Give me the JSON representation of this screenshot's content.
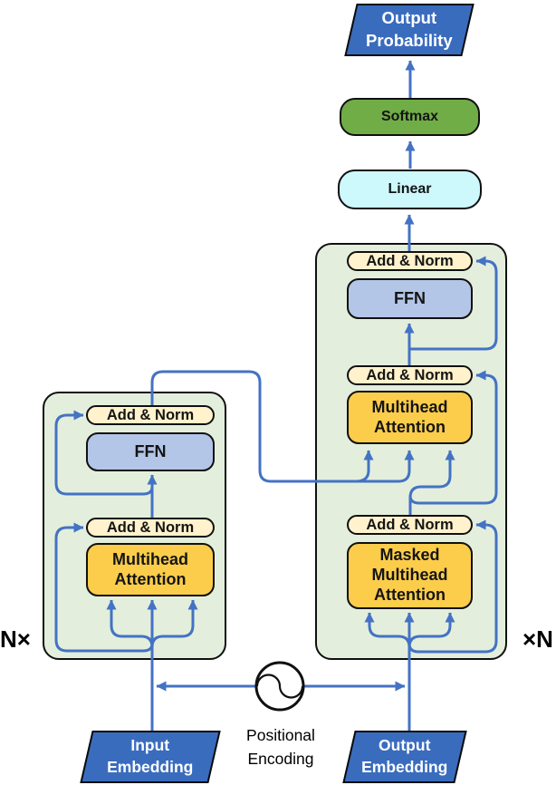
{
  "nodes": {
    "output_probability": "Output\nProbability",
    "softmax": "Softmax",
    "linear": "Linear",
    "add_norm": "Add & Norm",
    "ffn": "FFN",
    "multihead_attention": "Multihead\nAttention",
    "masked_multihead_attention": "Masked\nMultihead\nAttention",
    "input_embedding": "Input\nEmbedding",
    "output_embedding": "Output\nEmbedding",
    "positional_encoding": "Positional\nEncoding"
  },
  "labels": {
    "encoder_repeat": "N×",
    "decoder_repeat": "×N"
  },
  "icons": {
    "positional_encoding_icon": "sine-wave-in-circle"
  },
  "colors": {
    "arrow_blue": "#4472C4",
    "embedding_blue": "#3A6CBE",
    "softmax_green": "#70AD47",
    "linear_cyan": "#CDF9FD",
    "block_green": "#E3EFDC",
    "pill_cream": "#FFF2CC",
    "ffn_periwinkle": "#B3C6E7",
    "attention_gold": "#FBCD4B"
  }
}
